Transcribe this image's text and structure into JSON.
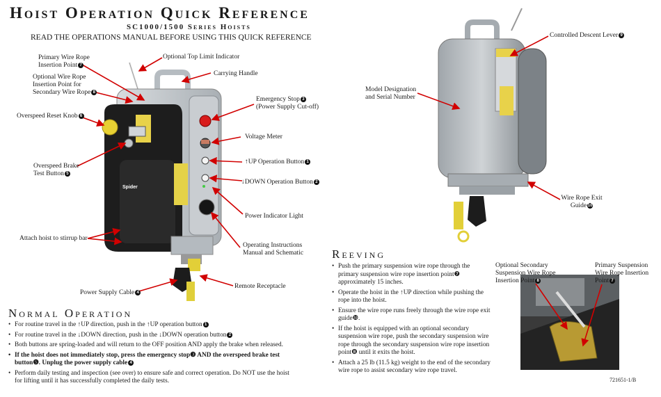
{
  "header": {
    "title": "Hoist Operation Quick Reference",
    "subtitle": "SC1000/1500 Series Hoists",
    "warning": "READ THE OPERATIONS MANUAL BEFORE USING THIS QUICK REFERENCE"
  },
  "left_callouts": {
    "primary_insertion": {
      "text": "Primary Wire Rope Insertion Point",
      "num": "7"
    },
    "top_limit": "Optional Top Limit Indicator",
    "handle": "Carrying Handle",
    "secondary_insertion": {
      "text": "Optional Wire Rope Insertion Point for Secondary Wire Rope",
      "num": "8"
    },
    "emergency_stop": {
      "text": "Emergency Stop",
      "num": "3",
      "sub": "(Power Supply Cut-off)"
    },
    "overspeed_reset": {
      "text": "Overspeed Reset Knob",
      "num": "6"
    },
    "voltage_meter": "Voltage Meter",
    "overspeed_test": {
      "text": "Overspeed Brake Test Button",
      "num": "5"
    },
    "up_button": {
      "text": "↑UP Operation Button",
      "num": "1"
    },
    "down_button": {
      "text": "↓DOWN Operation Button",
      "num": "2"
    },
    "power_light": "Power Indicator Light",
    "stirrup": "Attach hoist to stirrup bar",
    "instructions": "Operating Instructions Manual and Schematic",
    "remote_receptacle": "Remote Receptacle",
    "power_cable": {
      "text": "Power Supply Cable",
      "num": "4"
    },
    "device_brand": "Spider"
  },
  "right_callouts": {
    "descent_lever": {
      "text": "Controlled Descent Lever",
      "num": "9"
    },
    "model": "Model Designation and Serial Number",
    "exit_guide": {
      "text": "Wire Rope Exit Guide",
      "num": "10"
    }
  },
  "normal_operation": {
    "heading": "Normal Operation",
    "items": [
      {
        "text": "For routine travel in the ↑UP direction, push in the ↑UP operation button",
        "num": "1",
        "bold": false
      },
      {
        "text": "For routine travel in the ↓DOWN direction, push in the ↓DOWN operation button",
        "num": "2",
        "bold": false
      },
      {
        "text": "Both buttons are spring-loaded and will return to the OFF position AND apply the brake when released.",
        "num": "",
        "bold": false
      },
      {
        "text": "If the hoist does not immediately stop, press the emergency stop❸ AND the overspeed brake test button❺. Unplug the power supply cable",
        "num": "4",
        "bold": true
      },
      {
        "text": "Perform daily testing and inspection (see over) to ensure safe and correct operation. Do NOT use the hoist for lifting until it has successfully completed the daily tests.",
        "num": "",
        "bold": false
      }
    ]
  },
  "reeving": {
    "heading": "Reeving",
    "items": [
      {
        "text": "Push the primary suspension wire rope through the primary suspension wire rope insertion point❼ approximately 15 inches."
      },
      {
        "text": "Operate the hoist in the ↑UP direction while pushing the rope into the hoist."
      },
      {
        "text": "Ensure the wire rope runs freely through the wire rope exit guide❿."
      },
      {
        "text": "If the hoist is equipped with an optional secondary suspension wire rope, push the secondary suspension wire rope through the secondary suspension wire rope insertion point❽ until it exits the hoist."
      },
      {
        "text": "Attach a 25 lb (11.5 kg) weight to the end of the secondary wire rope to assist secondary wire rope travel."
      }
    ],
    "photo_labels": {
      "secondary": {
        "text": "Optional Secondary Suspension Wire Rope Insertion Point",
        "num": "8"
      },
      "primary": {
        "text": "Primary Suspension Wire Rope Insertion Point",
        "num": "7"
      }
    }
  },
  "footer": {
    "doc_number": "721651-1/B"
  },
  "colors": {
    "arrow": "#d10000",
    "housing": "#b9bfc4",
    "cover": "#1c1c1c",
    "label_yellow": "#e8d24a"
  }
}
